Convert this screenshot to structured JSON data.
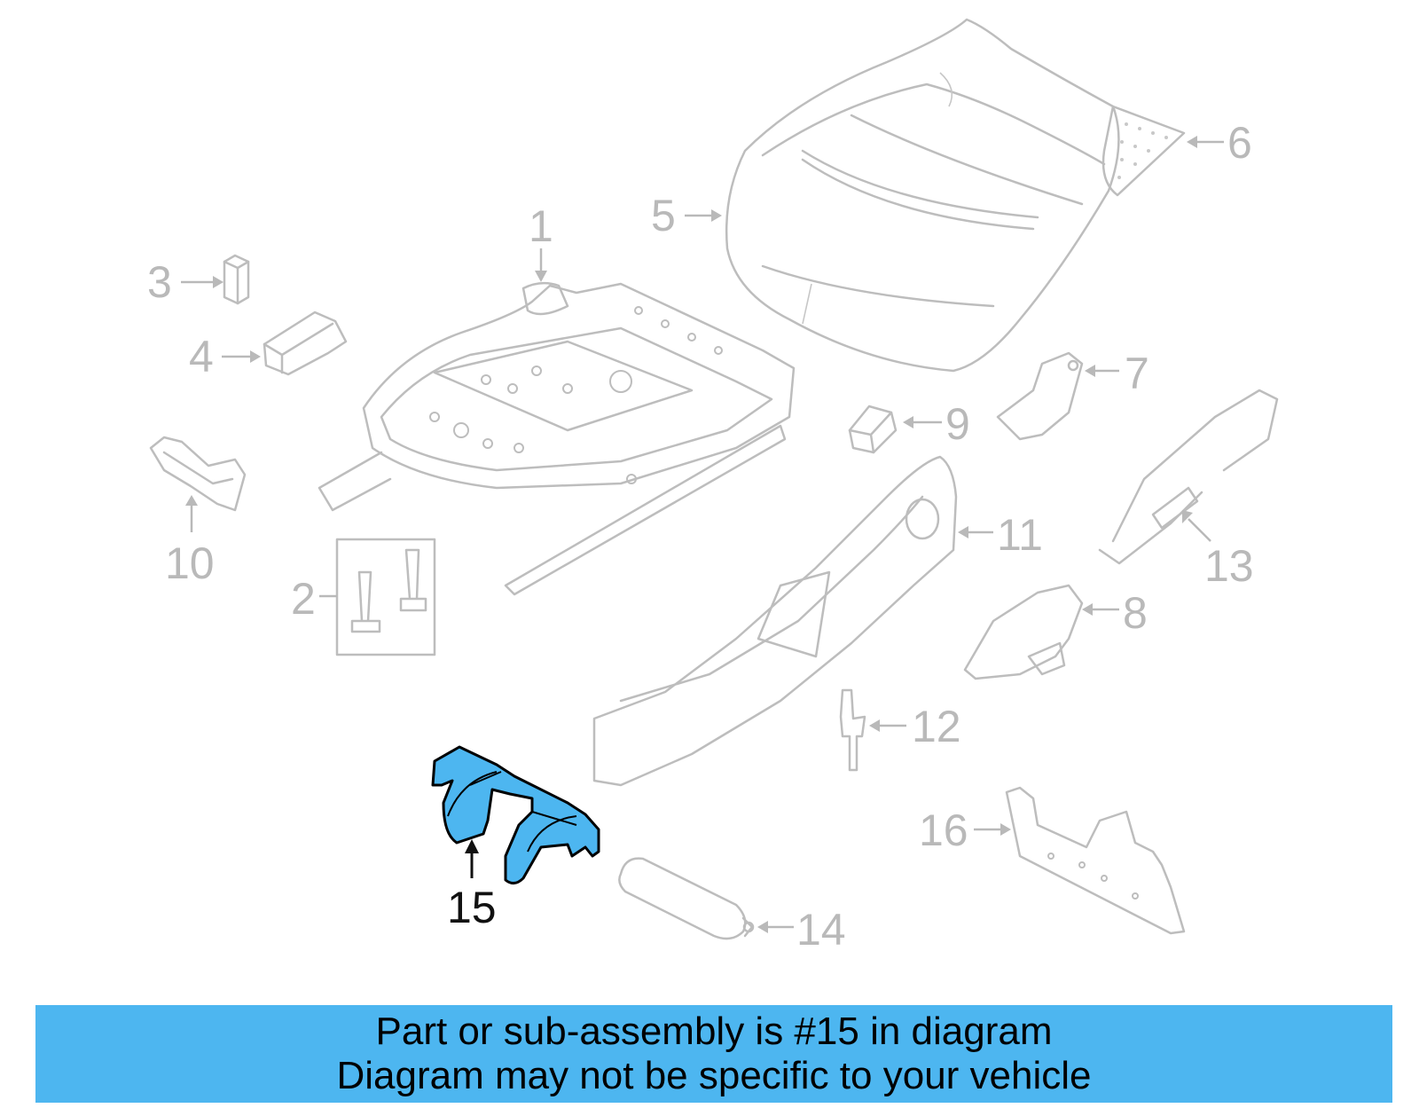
{
  "diagram": {
    "callouts": [
      {
        "id": "1",
        "label": "1"
      },
      {
        "id": "2",
        "label": "2"
      },
      {
        "id": "3",
        "label": "3"
      },
      {
        "id": "4",
        "label": "4"
      },
      {
        "id": "5",
        "label": "5"
      },
      {
        "id": "6",
        "label": "6"
      },
      {
        "id": "7",
        "label": "7"
      },
      {
        "id": "8",
        "label": "8"
      },
      {
        "id": "9",
        "label": "9"
      },
      {
        "id": "10",
        "label": "10"
      },
      {
        "id": "11",
        "label": "11"
      },
      {
        "id": "12",
        "label": "12"
      },
      {
        "id": "13",
        "label": "13"
      },
      {
        "id": "14",
        "label": "14"
      },
      {
        "id": "15",
        "label": "15"
      },
      {
        "id": "16",
        "label": "16"
      }
    ],
    "highlighted_part": "15",
    "colors": {
      "highlight": "#4db6f0",
      "ghost_parts": "#bdbdbd",
      "banner": "#4db6f0"
    }
  },
  "footer": {
    "line1": "Part or sub-assembly is #15 in diagram",
    "line2": "Diagram may not be specific to your vehicle"
  }
}
